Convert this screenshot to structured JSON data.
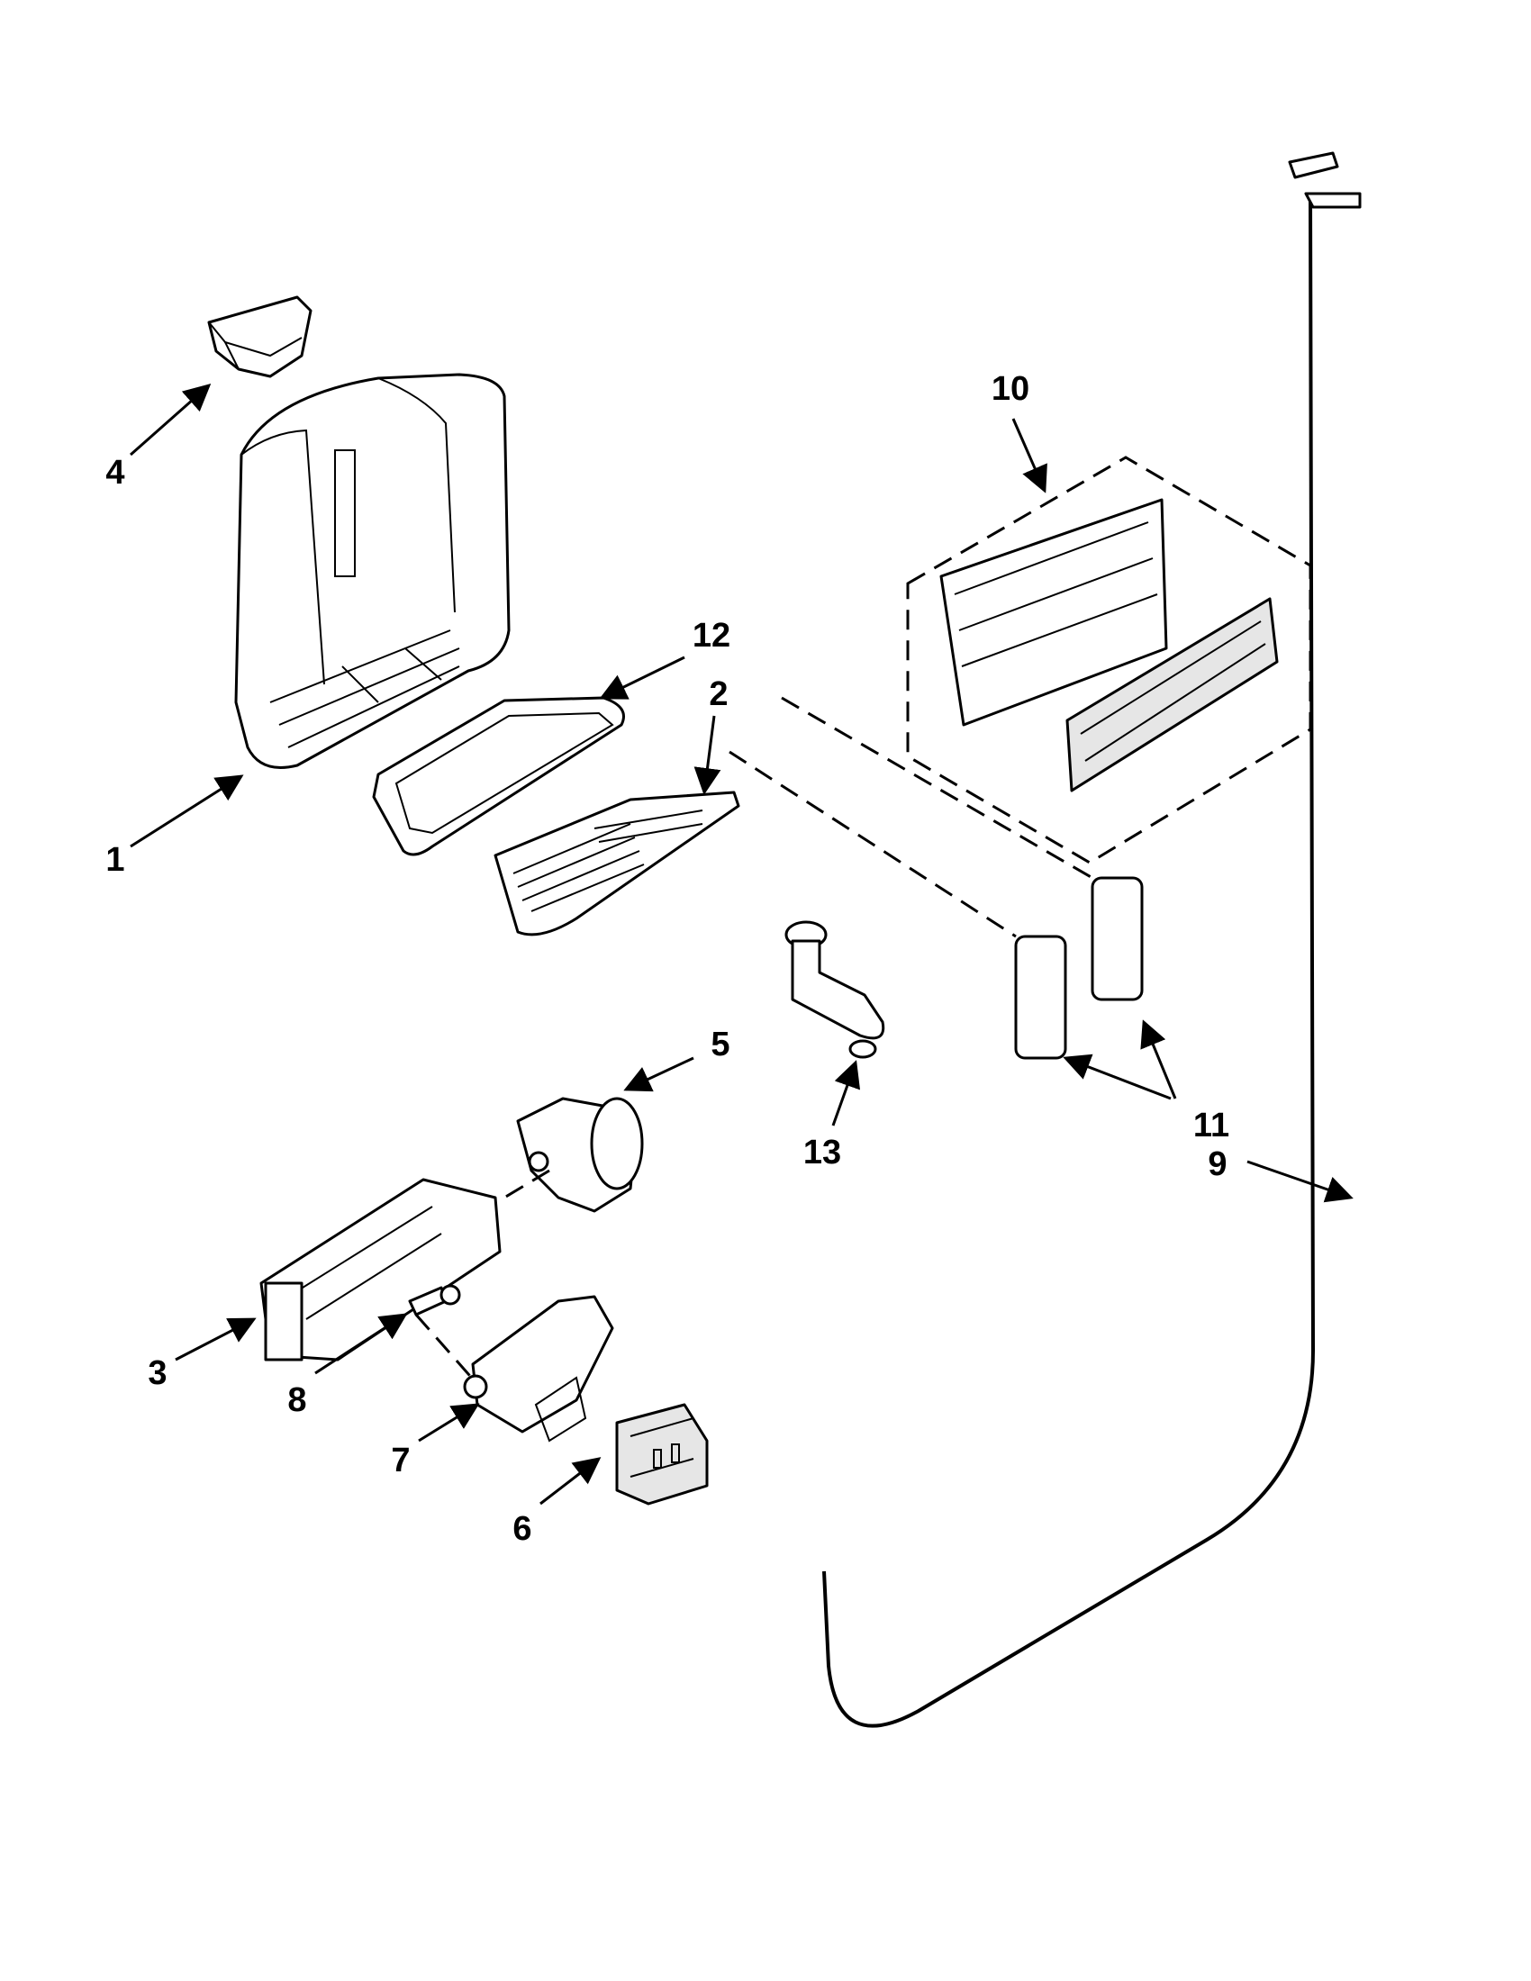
{
  "callouts": [
    {
      "id": "1",
      "text": "1"
    },
    {
      "id": "2",
      "text": "2"
    },
    {
      "id": "3",
      "text": "3"
    },
    {
      "id": "4",
      "text": "4"
    },
    {
      "id": "5",
      "text": "5"
    },
    {
      "id": "6",
      "text": "6"
    },
    {
      "id": "7",
      "text": "7"
    },
    {
      "id": "8",
      "text": "8"
    },
    {
      "id": "9",
      "text": "9"
    },
    {
      "id": "10",
      "text": "10"
    },
    {
      "id": "11",
      "text": "11"
    },
    {
      "id": "12",
      "text": "12"
    },
    {
      "id": "13",
      "text": "13"
    }
  ],
  "colors": {
    "line": "#000000",
    "background": "#ffffff",
    "shade": "#e6e6e6"
  }
}
